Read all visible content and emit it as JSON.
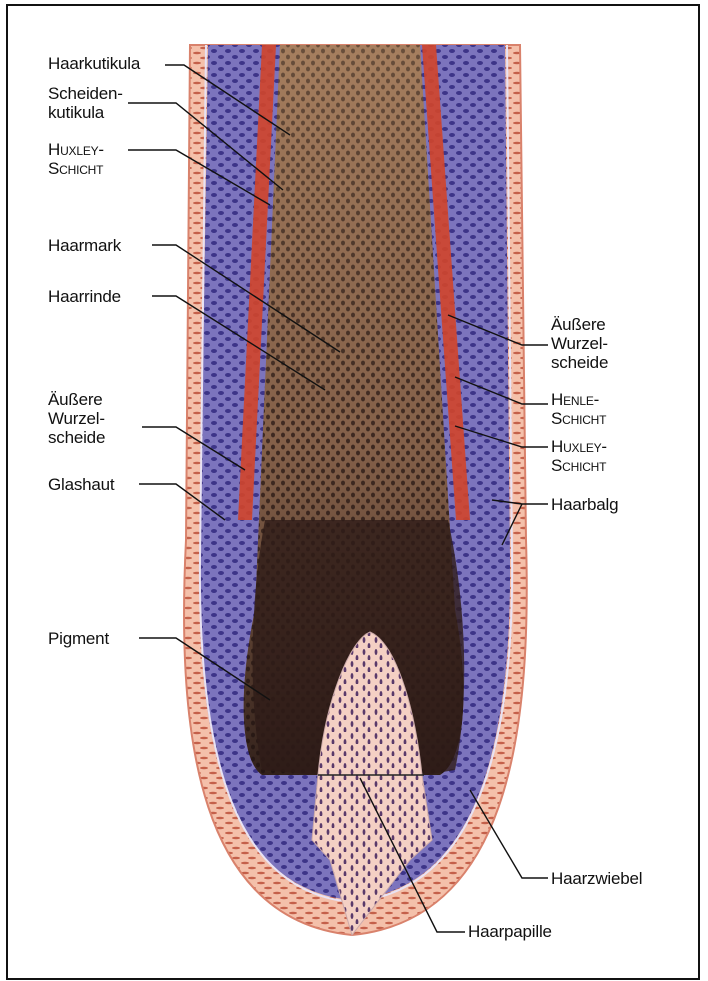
{
  "labels_left": {
    "haarkutikula": "Haarkutikula",
    "scheidenkutikula": "Scheiden-\nkutikula",
    "huxley": "Huxley-\nSchicht",
    "haarmark": "Haarmark",
    "haarrinde": "Haarrinde",
    "aeussere": "Äußere\nWurzel-\nscheide",
    "glashaut": "Glashaut",
    "pigment": "Pigment"
  },
  "labels_right": {
    "aeussere": "Äußere\nWurzel-\nscheide",
    "henle": "Henle-\nSchicht",
    "huxley": "Huxley-\nSchicht",
    "haarbalg": "Haarbalg",
    "haarzwiebel": "Haarzwiebel",
    "haarpapille": "Haarpapille"
  },
  "colors": {
    "sheath_purple": "#6a5fa8",
    "follicle_pink": "#f2b8a2",
    "red_layer": "#d2452a",
    "shaft_brown": "#7a5a46",
    "pigment_dark": "#2e1c18"
  }
}
